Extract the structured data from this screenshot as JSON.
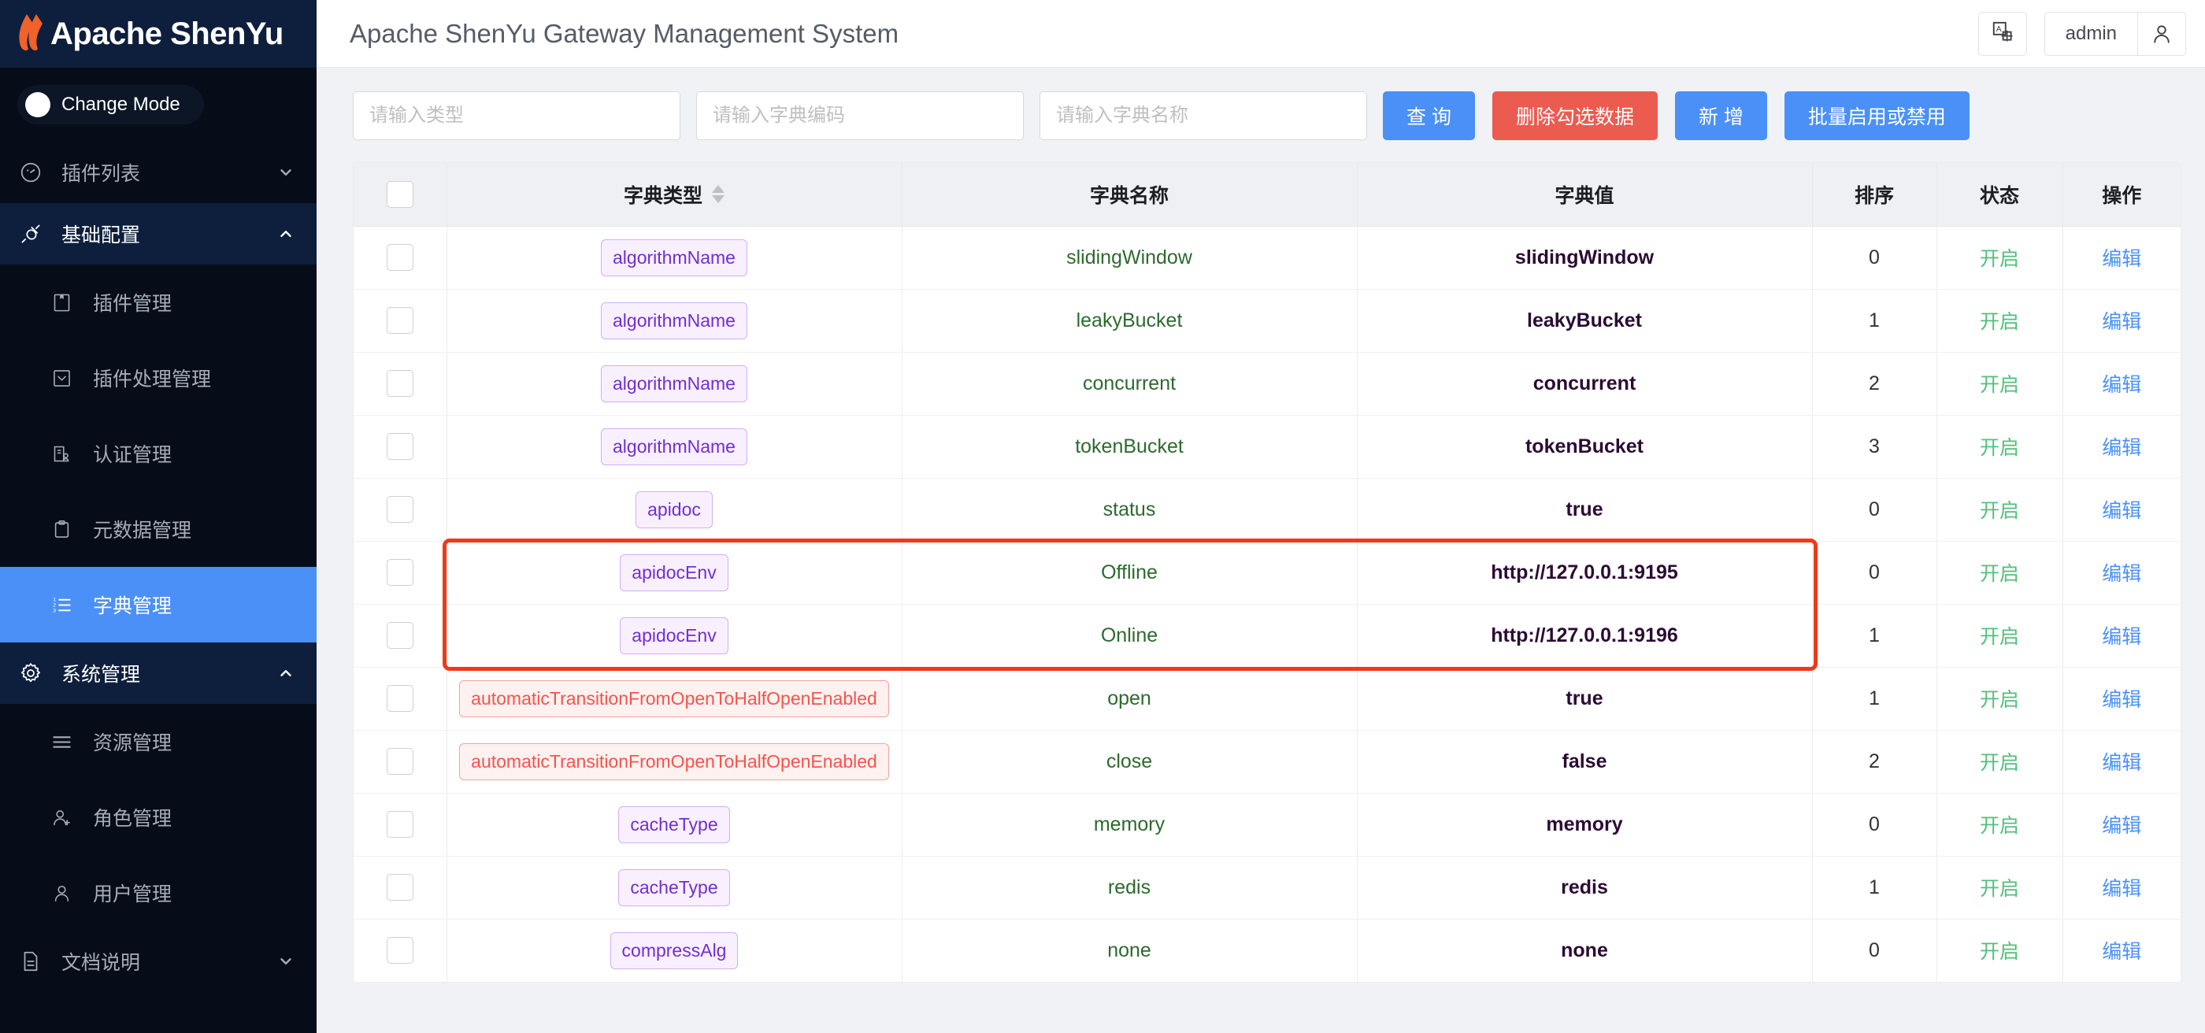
{
  "sidebar": {
    "brand": "Apache ShenYu",
    "change_mode_label": "Change Mode",
    "groups": [
      {
        "label": "插件列表",
        "icon": "dashboard-icon",
        "chevron": "down",
        "active": false,
        "items": []
      },
      {
        "label": "基础配置",
        "icon": "plug-icon",
        "chevron": "up",
        "active": true,
        "items": [
          {
            "label": "插件管理",
            "icon": "book-icon",
            "selected": false
          },
          {
            "label": "插件处理管理",
            "icon": "checkbox-square-icon",
            "selected": false
          },
          {
            "label": "认证管理",
            "icon": "auth-icon",
            "selected": false
          },
          {
            "label": "元数据管理",
            "icon": "clipboard-icon",
            "selected": false
          },
          {
            "label": "字典管理",
            "icon": "ordered-list-icon",
            "selected": true
          }
        ]
      },
      {
        "label": "系统管理",
        "icon": "gear-icon",
        "chevron": "up",
        "active": true,
        "items": [
          {
            "label": "资源管理",
            "icon": "menu-lines-icon",
            "selected": false
          },
          {
            "label": "角色管理",
            "icon": "user-add-icon",
            "selected": false
          },
          {
            "label": "用户管理",
            "icon": "user-icon",
            "selected": false
          }
        ]
      },
      {
        "label": "文档说明",
        "icon": "file-text-icon",
        "chevron": "down",
        "active": false,
        "items": []
      }
    ]
  },
  "topbar": {
    "title": "Apache ShenYu Gateway Management System",
    "lang_icon": "translate-icon",
    "user_name": "admin",
    "user_icon": "user-avatar-icon"
  },
  "filters": {
    "type_placeholder": "请输入类型",
    "code_placeholder": "请输入字典编码",
    "name_placeholder": "请输入字典名称",
    "type_value": "",
    "code_value": "",
    "name_value": ""
  },
  "actions": {
    "query": "查 询",
    "delete_selected": "删除勾选数据",
    "add": "新 增",
    "batch_toggle": "批量启用或禁用"
  },
  "table": {
    "columns": [
      "",
      "字典类型",
      "字典名称",
      "字典值",
      "排序",
      "状态",
      "操作"
    ],
    "sortable_column": "字典类型",
    "rows": [
      {
        "type": "algorithmName",
        "tag_color": "purple",
        "name": "slidingWindow",
        "value": "slidingWindow",
        "sort": "0",
        "status": "开启",
        "action": "编辑"
      },
      {
        "type": "algorithmName",
        "tag_color": "purple",
        "name": "leakyBucket",
        "value": "leakyBucket",
        "sort": "1",
        "status": "开启",
        "action": "编辑"
      },
      {
        "type": "algorithmName",
        "tag_color": "purple",
        "name": "concurrent",
        "value": "concurrent",
        "sort": "2",
        "status": "开启",
        "action": "编辑"
      },
      {
        "type": "algorithmName",
        "tag_color": "purple",
        "name": "tokenBucket",
        "value": "tokenBucket",
        "sort": "3",
        "status": "开启",
        "action": "编辑"
      },
      {
        "type": "apidoc",
        "tag_color": "purple",
        "name": "status",
        "value": "true",
        "sort": "0",
        "status": "开启",
        "action": "编辑"
      },
      {
        "type": "apidocEnv",
        "tag_color": "purple",
        "name": "Offline",
        "value": "http://127.0.0.1:9195",
        "sort": "0",
        "status": "开启",
        "action": "编辑"
      },
      {
        "type": "apidocEnv",
        "tag_color": "purple",
        "name": "Online",
        "value": "http://127.0.0.1:9196",
        "sort": "1",
        "status": "开启",
        "action": "编辑"
      },
      {
        "type": "automaticTransitionFromOpenToHalfOpenEnabled",
        "tag_color": "red",
        "name": "open",
        "value": "true",
        "sort": "1",
        "status": "开启",
        "action": "编辑"
      },
      {
        "type": "automaticTransitionFromOpenToHalfOpenEnabled",
        "tag_color": "red",
        "name": "close",
        "value": "false",
        "sort": "2",
        "status": "开启",
        "action": "编辑"
      },
      {
        "type": "cacheType",
        "tag_color": "purple",
        "name": "memory",
        "value": "memory",
        "sort": "0",
        "status": "开启",
        "action": "编辑"
      },
      {
        "type": "cacheType",
        "tag_color": "purple",
        "name": "redis",
        "value": "redis",
        "sort": "1",
        "status": "开启",
        "action": "编辑"
      },
      {
        "type": "compressAlg",
        "tag_color": "purple",
        "name": "none",
        "value": "none",
        "sort": "0",
        "status": "开启",
        "action": "编辑"
      }
    ],
    "highlighted_rows": [
      5,
      6
    ]
  },
  "colors": {
    "accent_blue": "#4a90f7",
    "danger_red": "#eb5b50",
    "sidebar_bg": "#060d18",
    "sidebar_header_bg": "#0d1f3c",
    "tag_purple": "#722ed1",
    "tag_red": "#f5544a",
    "status_green": "#52c07a",
    "name_green": "#2d6a2d",
    "highlight_box": "#f03a17"
  }
}
